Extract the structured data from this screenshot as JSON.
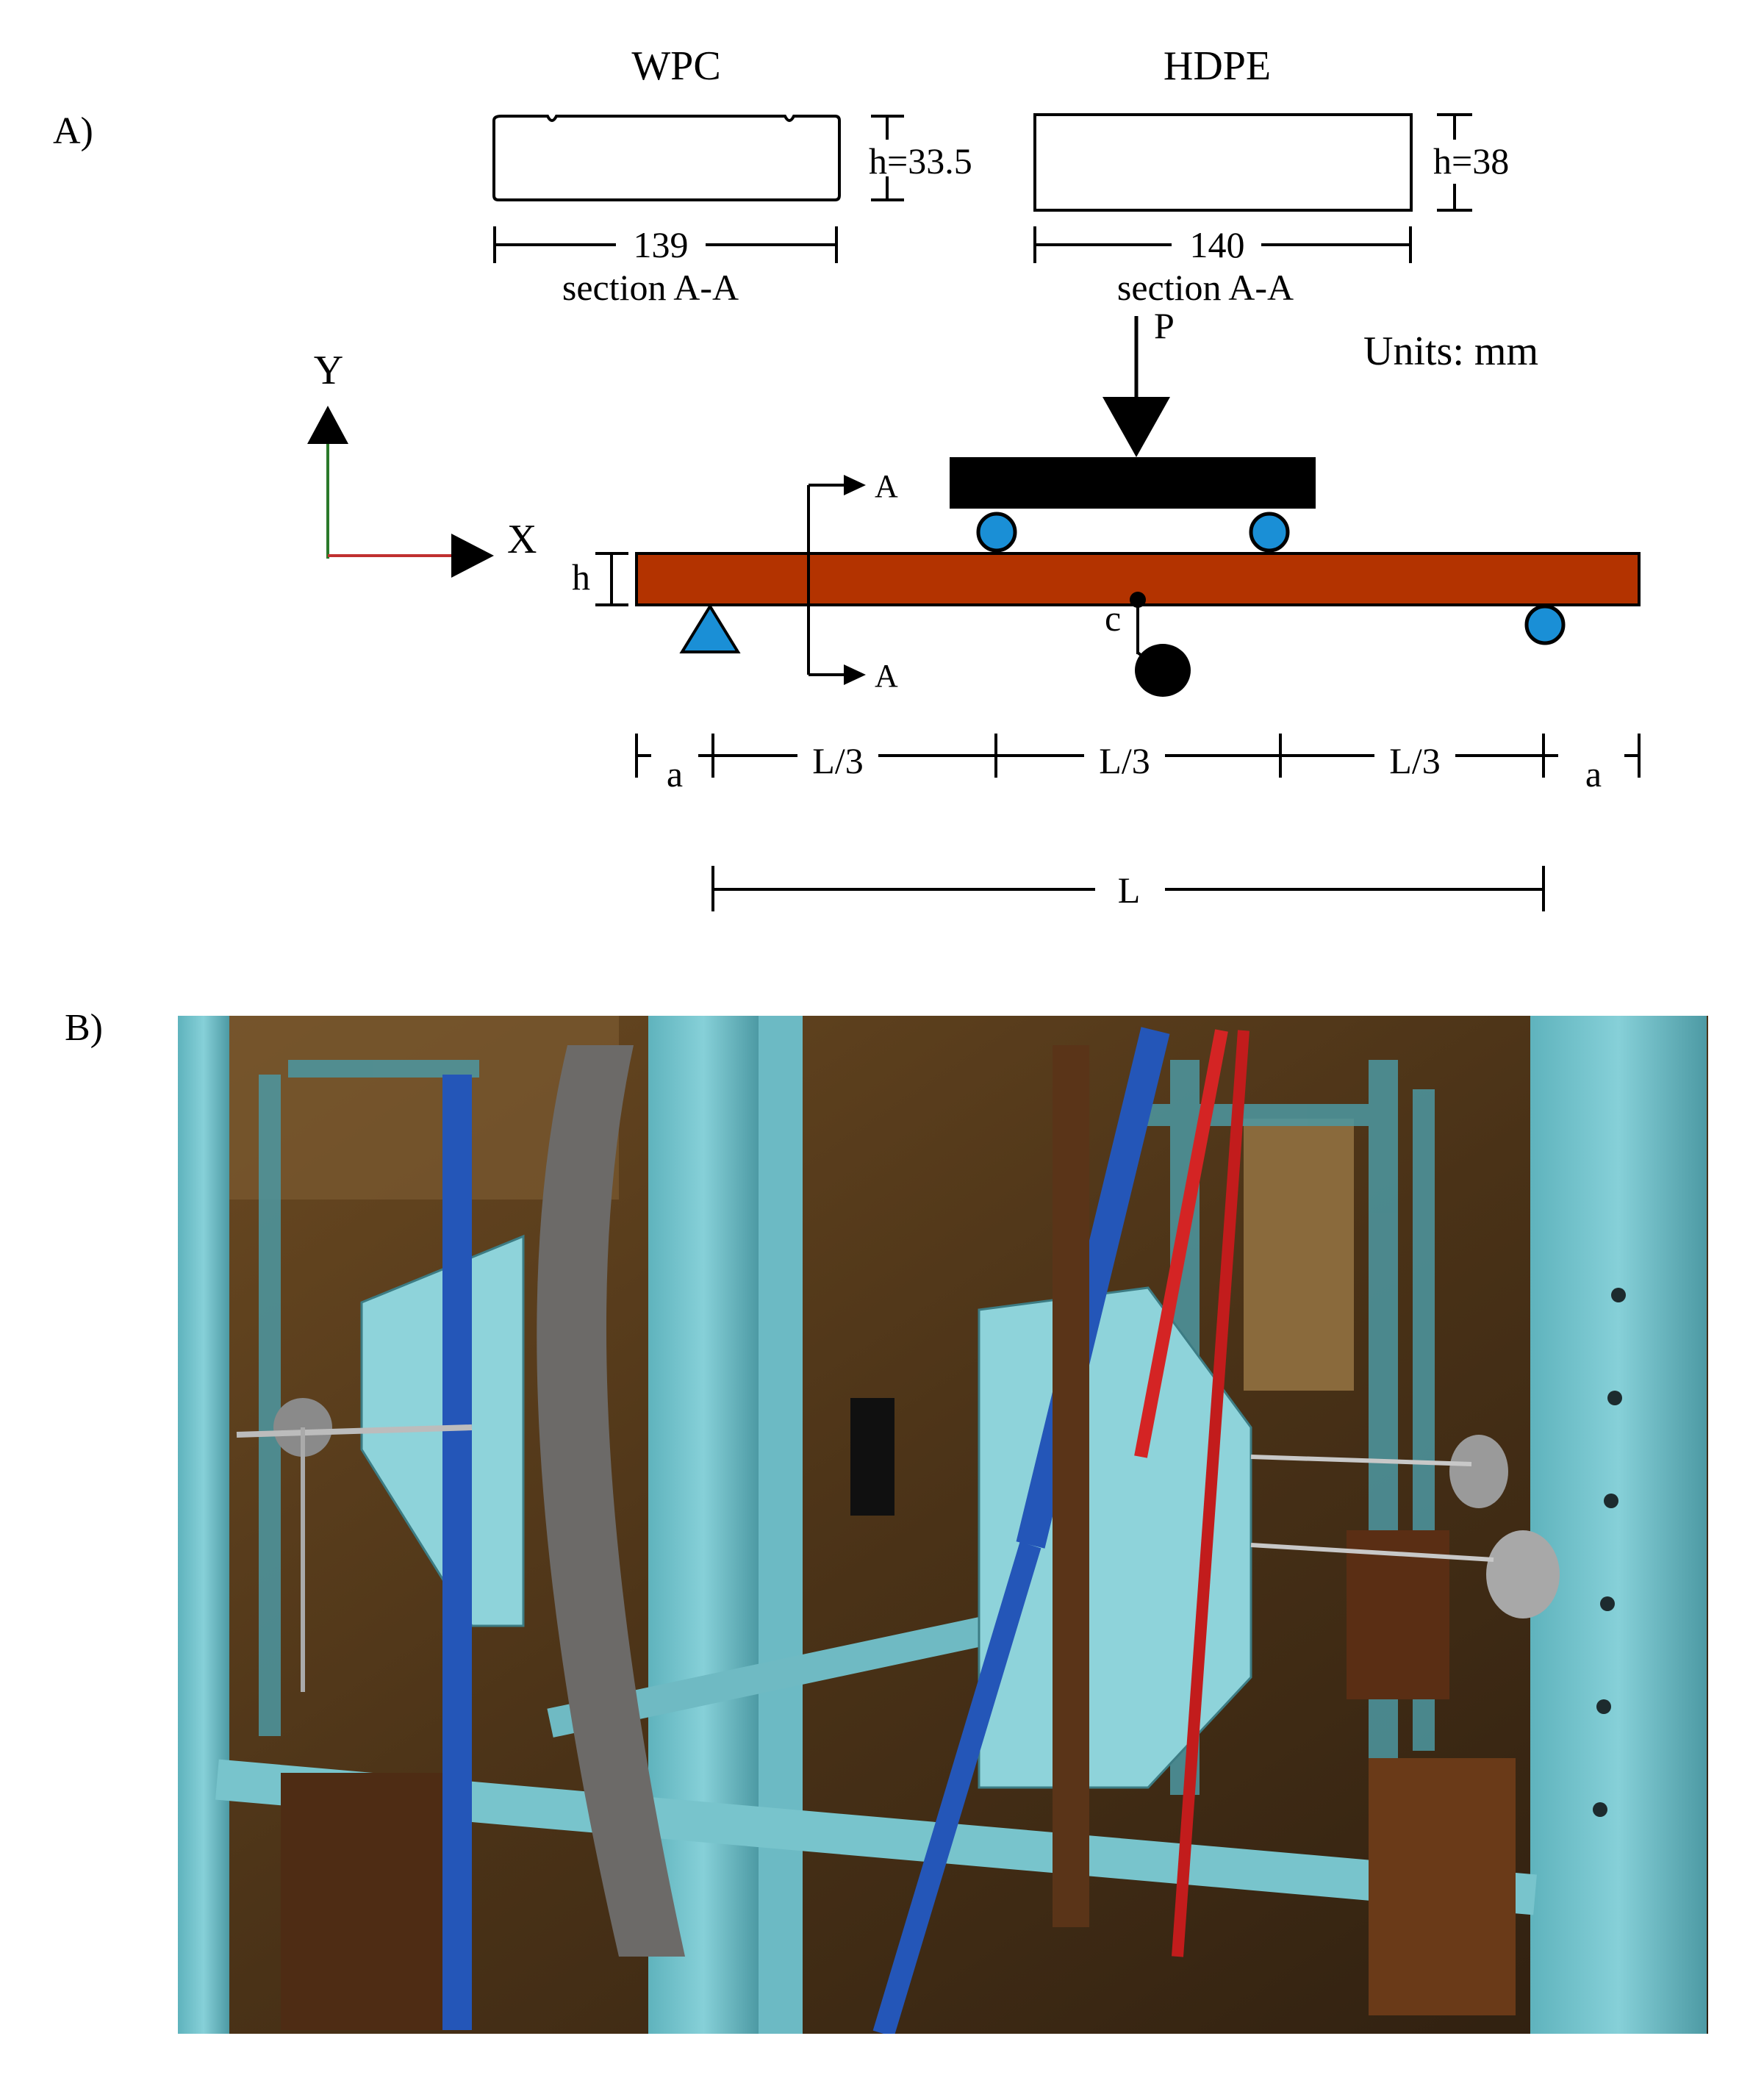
{
  "panel_a": {
    "label": "A)",
    "sections": {
      "wpc": {
        "title": "WPC",
        "height_label": "h=33.5",
        "width_label": "139",
        "section_label": "section A-A"
      },
      "hdpe": {
        "title": "HDPE",
        "height_label": "h=38",
        "width_label": "140",
        "section_label": "section A-A"
      }
    },
    "units_label": "Units: mm",
    "axes": {
      "x": "X",
      "y": "Y"
    },
    "load_label": "P",
    "section_cut_labels": [
      "A",
      "A"
    ],
    "thickness_label": "h",
    "point_label": "c",
    "span_labels": [
      "a",
      "L/3",
      "L/3",
      "L/3",
      "a"
    ],
    "total_span_label": "L",
    "colors": {
      "beam": "#b33300",
      "support": "#1a8fd6",
      "roller": "#1a8fd6",
      "loader": "#000000",
      "photo_frame": "#7ec8d0"
    }
  },
  "panel_b": {
    "label": "B)",
    "description_icon": "photo-of-creep-test-rig"
  }
}
